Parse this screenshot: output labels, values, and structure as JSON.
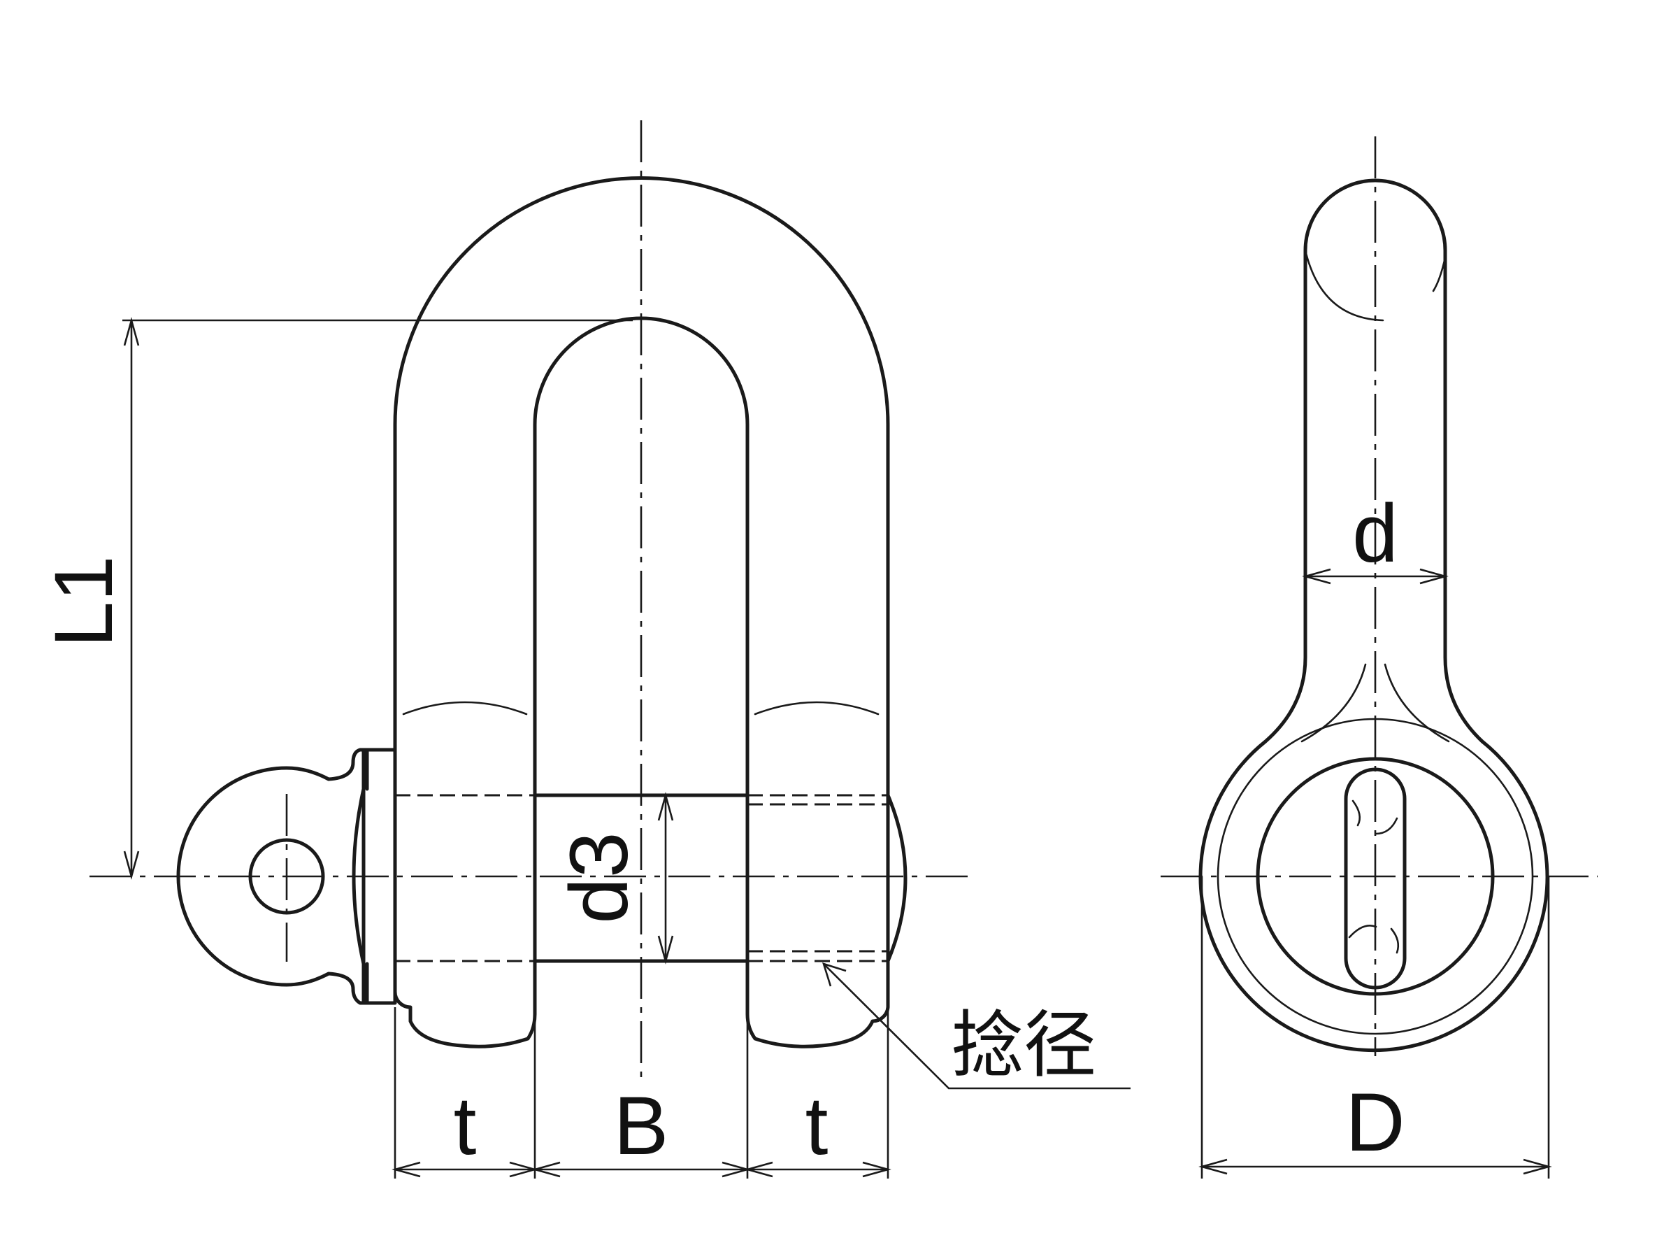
{
  "labels": {
    "L1": "L1",
    "d3": "d3",
    "t_left": "t",
    "B": "B",
    "t_right": "t",
    "d": "d",
    "D": "D",
    "twist": "捻径"
  },
  "colors": {
    "line": "#1a1a1a",
    "background": "#ffffff"
  }
}
